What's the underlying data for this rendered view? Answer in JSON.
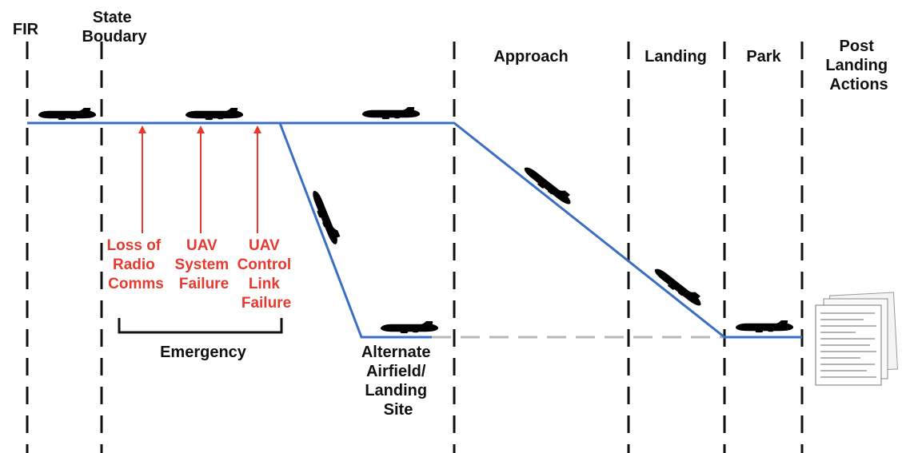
{
  "boundaries": {
    "fir": "FIR",
    "state": [
      "State",
      "Boudary"
    ]
  },
  "phases": {
    "approach": "Approach",
    "landing": "Landing",
    "park": "Park",
    "post_landing": [
      "Post",
      "Landing",
      "Actions"
    ]
  },
  "failures": [
    {
      "lines": [
        "Loss of",
        "Radio",
        "Comms"
      ]
    },
    {
      "lines": [
        "UAV",
        "System",
        "Failure"
      ]
    },
    {
      "lines": [
        "UAV",
        "Control",
        "Link",
        "Failure"
      ]
    }
  ],
  "emergency_label": "Emergency",
  "alternate_label": [
    "Alternate",
    "Airfield/",
    "Landing",
    "Site"
  ],
  "colors": {
    "flight_path": "#3b6fc4",
    "failure_arrows": "#e8392f",
    "boundary_lines": "#111111",
    "planned_path": "#b8b8b8"
  },
  "icons": {
    "aircraft": "aircraft-icon",
    "document": "document-stack-icon"
  }
}
